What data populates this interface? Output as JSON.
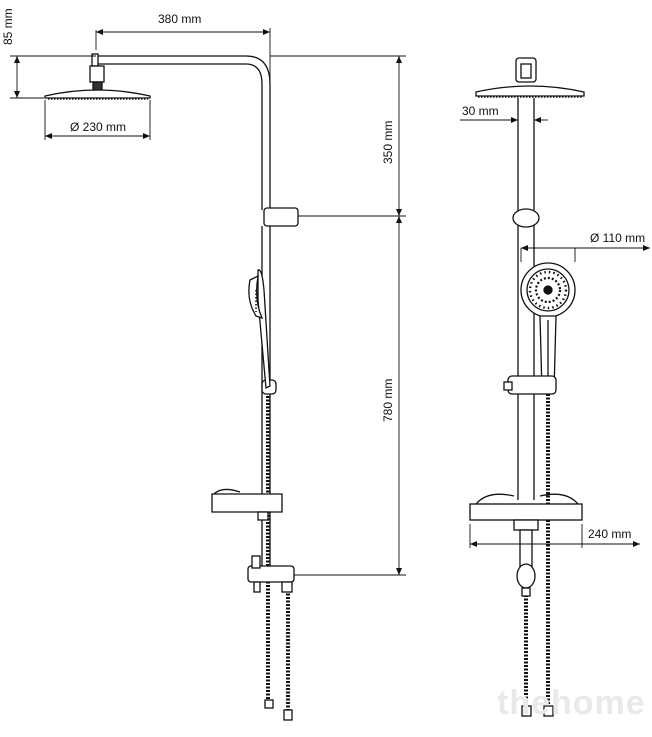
{
  "dimensions": {
    "arm_length": "380 mm",
    "head_height": "85 mm",
    "head_diameter": "Ø 230 mm",
    "upper_section": "350 mm",
    "lower_section": "780 mm",
    "arm_offset": "30 mm",
    "hand_shower_diameter": "Ø 110 mm",
    "shelf_width": "240 mm"
  },
  "watermark": "thehome",
  "colors": {
    "line": "#111111",
    "watermark": "#e9e9e9"
  }
}
